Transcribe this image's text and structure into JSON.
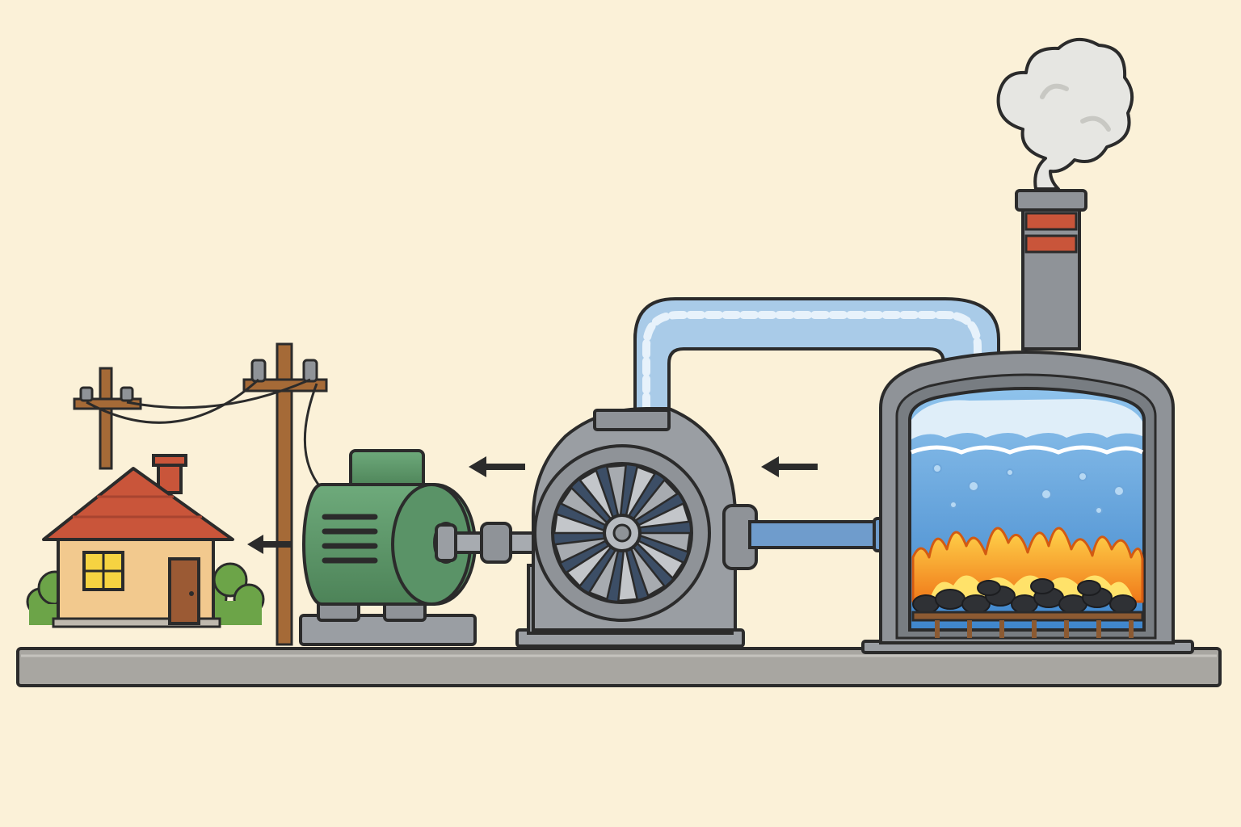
{
  "scene": {
    "description_labels": [],
    "flow_direction": "right-to-left",
    "components": [
      {
        "id": "house",
        "icon": "house-icon"
      },
      {
        "id": "power-lines",
        "icon": "utility-pole-icon"
      },
      {
        "id": "generator",
        "icon": "generator-icon"
      },
      {
        "id": "turbine",
        "icon": "turbine-icon"
      },
      {
        "id": "boiler",
        "icon": "boiler-icon"
      },
      {
        "id": "chimney",
        "icon": "chimney-icon"
      },
      {
        "id": "steam-pipe",
        "icon": "pipe-icon"
      }
    ]
  },
  "colors": {
    "background": "#fbf1d8",
    "generator": "#5a9367",
    "steel": "#8f9398",
    "steam": "#a9cbe8",
    "water": "#4f93d3",
    "fire": "#f5a623",
    "roof": "#c9553a",
    "house_wall": "#f2c98e",
    "window": "#f6d341",
    "shrub": "#6ca448",
    "pole": "#a56a37",
    "chimney_band": "#c9553a",
    "coal": "#2f3135",
    "outline": "#2b2b2b"
  }
}
